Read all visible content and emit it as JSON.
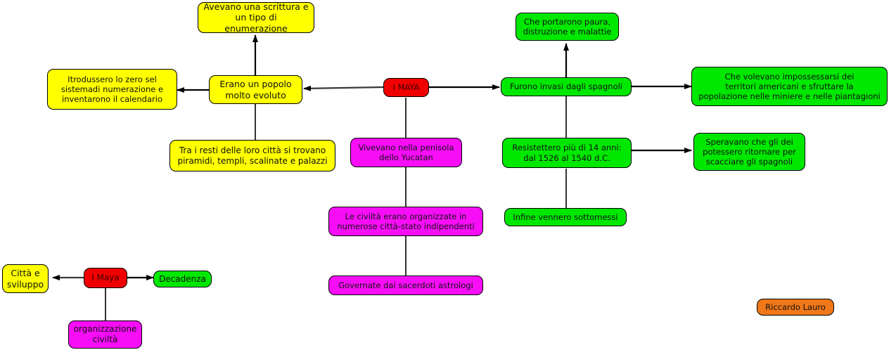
{
  "title": "I Maya - mappa concettuale",
  "colors": {
    "yellow": "#ffff00",
    "green": "#00e800",
    "magenta": "#f70ef7",
    "red": "#f00000",
    "orange": "#f07818",
    "edge": "#000000",
    "background": "#ffffff"
  },
  "nodes": {
    "scrittura": "Avevano una scrittura e\nun tipo di enumerazione",
    "zero": "Itrodussero lo zero sel\nsistemadi numerazione e\ninventarono il calendario",
    "popolo": "Erano un popolo\nmolto evoluto",
    "resti": "Tra i resti delle loro città si trovano\npiramidi, templi, scalinate e palazzi",
    "centro": "I MAYA",
    "yucatan": "Vivevano nella penisola\ndello Yucatan",
    "citta_stato": "Le civiltà erano organizzate in\nnumerose città-stato indipendenti",
    "sacerdoti": "Governate dai sacerdoti astrologi",
    "paura": "Che portarono paura,\ndistruzione e malattie",
    "invasi": "Furono invasi dagli spagnoli",
    "territori": "Che volevano impossessarsi dei\nterritori americani e sfruttare la\npopolazione nelle miniere e nelle piantagioni",
    "resistettero": "Resistettero più di 14 anni:\ndal 1526 al 1540 d.C.",
    "speravano": "Speravano che gli dei\npotessero ritornare per\nscacciare gli spagnoli",
    "sottomessi": "Infine vennero sottomessi",
    "legend_citta": "Città e\nsviluppo",
    "legend_maya": "I Maya",
    "legend_decadenza": "Decadenza",
    "legend_organizzazione": "organizzazione\nciviltà",
    "autore": "Riccardo Lauro"
  },
  "edges": [
    {
      "from": "centro",
      "to": "popolo",
      "arrow": "end"
    },
    {
      "from": "centro",
      "to": "invasi",
      "arrow": "end"
    },
    {
      "from": "centro",
      "to": "yucatan",
      "arrow": "none"
    },
    {
      "from": "popolo",
      "to": "zero",
      "arrow": "end"
    },
    {
      "from": "popolo",
      "to": "scrittura",
      "arrow": "end"
    },
    {
      "from": "popolo",
      "to": "resti",
      "arrow": "none"
    },
    {
      "from": "yucatan",
      "to": "citta_stato",
      "arrow": "none"
    },
    {
      "from": "citta_stato",
      "to": "sacerdoti",
      "arrow": "none"
    },
    {
      "from": "invasi",
      "to": "paura",
      "arrow": "end"
    },
    {
      "from": "invasi",
      "to": "territori",
      "arrow": "end"
    },
    {
      "from": "invasi",
      "to": "resistettero",
      "arrow": "none"
    },
    {
      "from": "resistettero",
      "to": "speravano",
      "arrow": "end"
    },
    {
      "from": "resistettero",
      "to": "sottomessi",
      "arrow": "none"
    },
    {
      "from": "legend_maya",
      "to": "legend_citta",
      "arrow": "end"
    },
    {
      "from": "legend_maya",
      "to": "legend_decadenza",
      "arrow": "end"
    },
    {
      "from": "legend_maya",
      "to": "legend_organizzazione",
      "arrow": "none"
    }
  ]
}
